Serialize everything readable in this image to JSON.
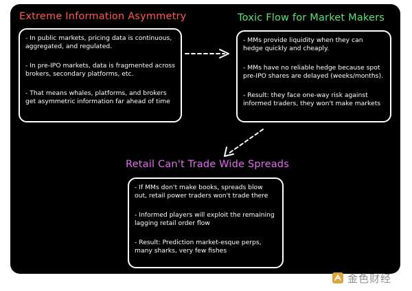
{
  "nodes": {
    "info_asymmetry": {
      "title": "Extreme Information Asymmetry",
      "title_color": "#ff5a4e",
      "bullets": [
        "- In public markets, pricing data is continuous, aggregated, and regulated.",
        "- In pre-IPO markets, data is fragmented across brokers, secondary platforms, etc.",
        "- That means whales, platforms, and brokers get asymmetric information far ahead of time"
      ]
    },
    "toxic_flow": {
      "title": "Toxic Flow for Market Makers",
      "title_color": "#5ce27a",
      "bullets": [
        "- MMs provide liquidity when they can hedge quickly and cheaply.",
        "- MMs have no reliable hedge because spot pre-IPO shares are delayed (weeks/months).",
        "- Result: they face one-way risk against informed traders, they won't make markets"
      ]
    },
    "retail_spreads": {
      "title": "Retail Can't Trade Wide Spreads",
      "title_color": "#e36cf0",
      "bullets": [
        "- If MMs don't make books, spreads blow out, retail power traders won't trade there",
        "- Informed players will exploit the remaining lagging retail order flow",
        "- Result: Prediction market-esque perps, many sharks, very few fishes"
      ]
    }
  },
  "edges": [
    {
      "from": "info_asymmetry",
      "to": "toxic_flow",
      "style": "dashed"
    },
    {
      "from": "toxic_flow",
      "to": "retail_spreads",
      "style": "dashed"
    }
  ],
  "watermark": {
    "text": "金色财经",
    "logo_color": "#d9a441",
    "icon": "jinse-logo-icon"
  }
}
